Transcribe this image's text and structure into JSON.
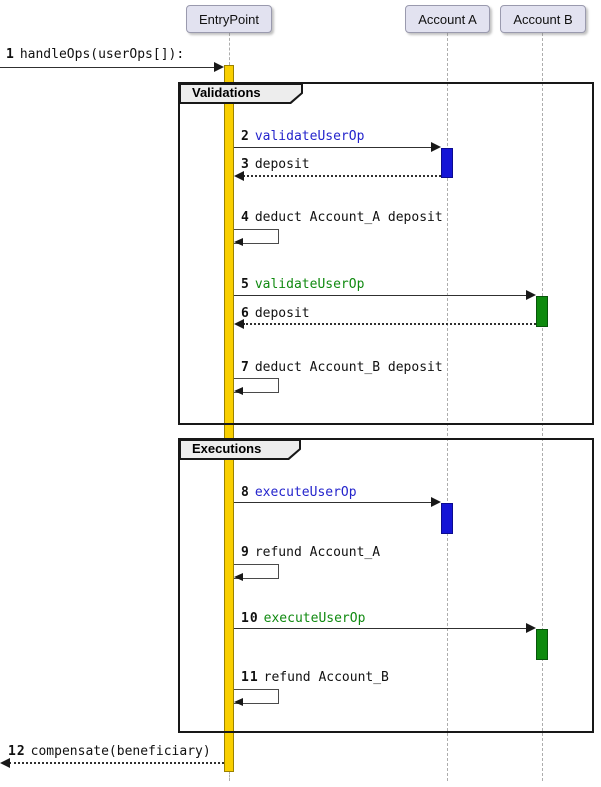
{
  "colors": {
    "participant_bg": "#E2E2F0",
    "participant_border": "#9A9AAE",
    "lifeline": "#ADADAD",
    "gold_fill": "#F9CF00",
    "gold_border": "#9A8100",
    "blue_fill": "#1414D6",
    "blue_border": "#0B0B8F",
    "green_fill": "#0E8A0E",
    "green_border": "#07550A",
    "frame_border": "#181818",
    "frame_header_bg": "#EDEDED",
    "msg_blue": "#2424CC",
    "msg_green": "#108A10",
    "line": "#303030",
    "text": "#111111"
  },
  "participants": [
    {
      "label": "EntryPoint"
    },
    {
      "label": "Account A"
    },
    {
      "label": "Account B"
    }
  ],
  "frames": [
    {
      "title": "Validations"
    },
    {
      "title": "Executions"
    }
  ],
  "messages": [
    {
      "num": "1",
      "text": "handleOps(userOps[]):"
    },
    {
      "num": "2",
      "text": "validateUserOp"
    },
    {
      "num": "3",
      "text": "deposit"
    },
    {
      "num": "4",
      "text": "deduct Account_A deposit"
    },
    {
      "num": "5",
      "text": "validateUserOp"
    },
    {
      "num": "6",
      "text": "deposit"
    },
    {
      "num": "7",
      "text": "deduct Account_B deposit"
    },
    {
      "num": "8",
      "text": "executeUserOp"
    },
    {
      "num": "9",
      "text": "refund Account_A"
    },
    {
      "num": "10",
      "text": "executeUserOp"
    },
    {
      "num": "11",
      "text": "refund Account_B"
    },
    {
      "num": "12",
      "text": "compensate(beneficiary)"
    }
  ]
}
